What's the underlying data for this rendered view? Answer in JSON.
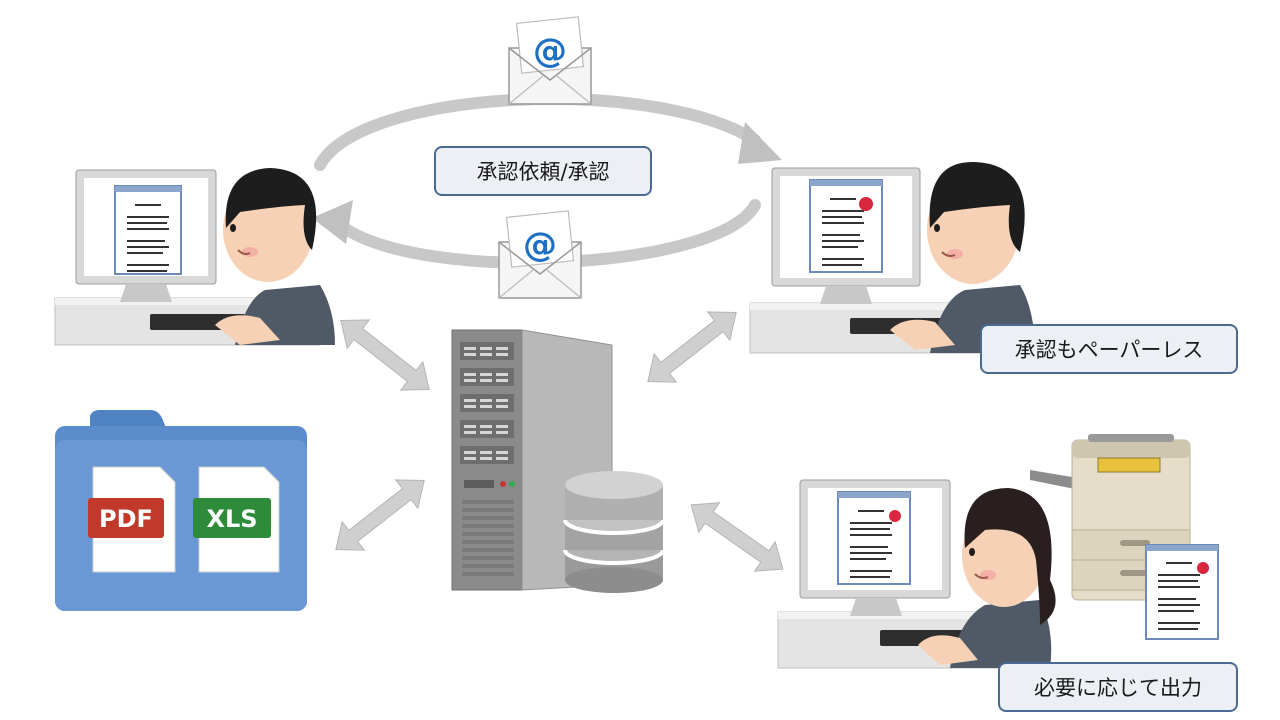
{
  "labels": {
    "approval_request": "承認依頼/承認",
    "paperless": "承認もペーパーレス",
    "print_on_demand": "必要に応じて出力"
  },
  "files": {
    "pdf": "PDF",
    "xls": "XLS"
  },
  "icons": {
    "email_symbol": "@"
  },
  "colors": {
    "label_border": "#4a6a93",
    "label_fill": "#eceff4",
    "folder": "#5b8ccc",
    "pdf_badge": "#c0392b",
    "xls_badge": "#2e8b3a",
    "email_at": "#1f6fc4",
    "stamp": "#d7263d",
    "arrow": "#c8c8c8"
  }
}
